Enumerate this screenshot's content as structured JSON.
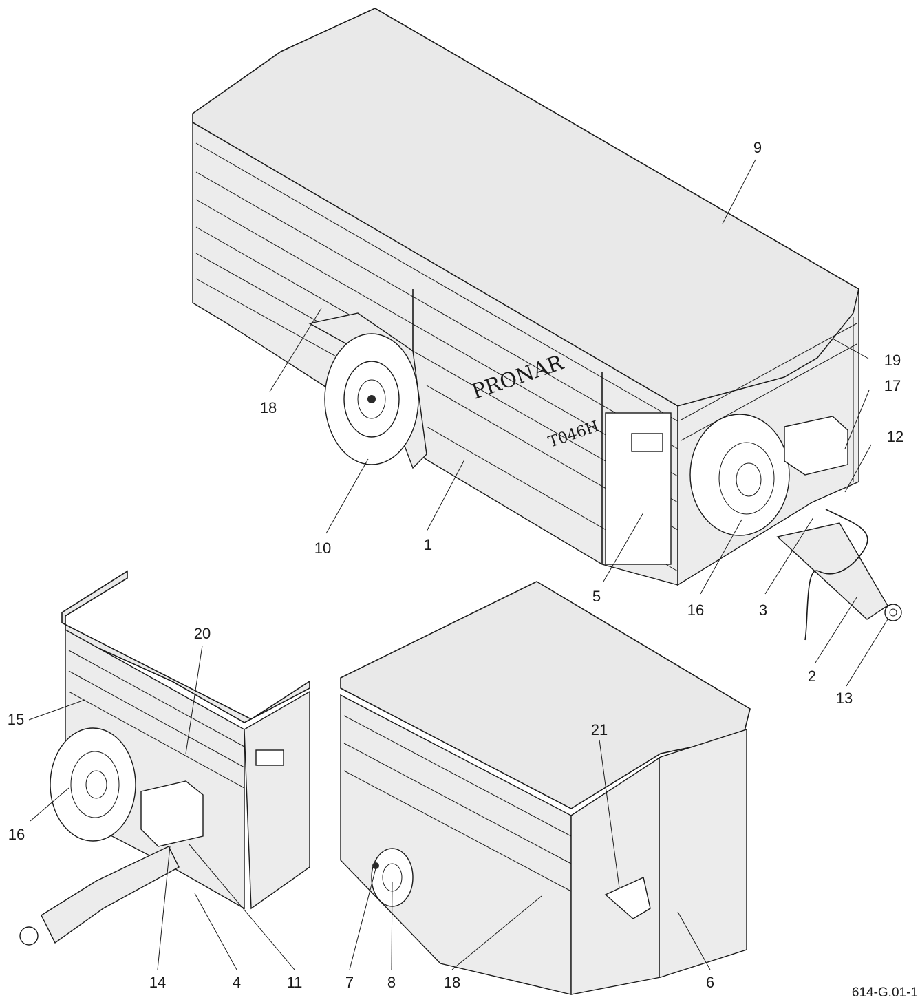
{
  "figure_code": "614-G.01-1",
  "brand_text": "PRONAR",
  "model_text": "T046H",
  "callouts": {
    "c1": "1",
    "c2": "2",
    "c3": "3",
    "c4": "4",
    "c5": "5",
    "c6": "6",
    "c7": "7",
    "c8": "8",
    "c9": "9",
    "c10": "10",
    "c11": "11",
    "c12": "12",
    "c13": "13",
    "c14": "14",
    "c15": "15",
    "c16a": "16",
    "c16b": "16",
    "c17": "17",
    "c18a": "18",
    "c18b": "18",
    "c19": "19",
    "c20": "20",
    "c21": "21"
  },
  "colors": {
    "line": "#1a1a1a",
    "panel": "#ececec",
    "roof": "#e9e9e9"
  }
}
